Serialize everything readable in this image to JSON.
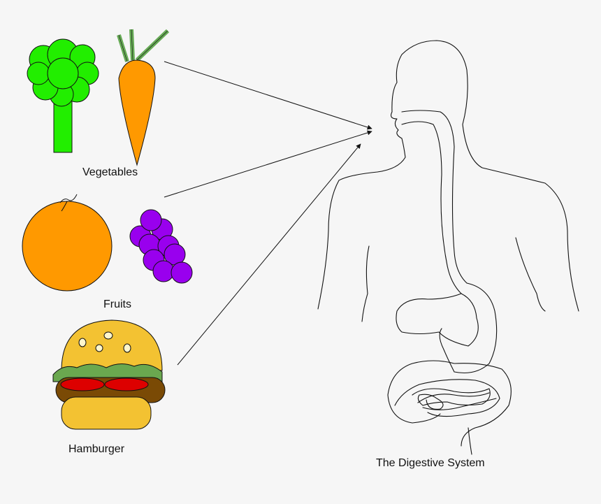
{
  "labels": {
    "vegetables": "Vegetables",
    "fruits": "Fruits",
    "hamburger": "Hamburger",
    "digestive_system": "The Digestive System"
  },
  "colors": {
    "broccoli": "#22ee00",
    "carrot": "#ff9900",
    "carrot_top": "#66aa55",
    "orange": "#ff9900",
    "grapes": "#9900ee",
    "bun": "#f3c232",
    "lettuce": "#6aa84f",
    "tomato": "#dd0000",
    "patty": "#7a4a05",
    "outline": "#111111",
    "background": "#f6f6f6"
  }
}
